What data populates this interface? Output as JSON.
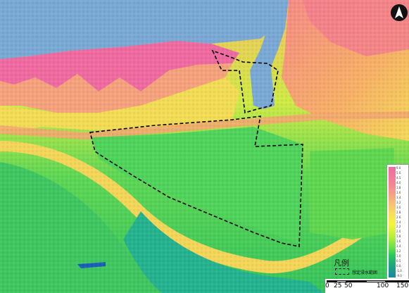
{
  "map": {
    "title": "",
    "colors": {
      "sea": "#79a9d4",
      "high": "#ef6aa0",
      "mid_high": "#f59a7c",
      "mid": "#f7d65c",
      "low_mid": "#cdee45",
      "low": "#52d35a",
      "lowest": "#21b09b",
      "road": "#f2a86e",
      "boundary": "#000000"
    }
  },
  "north_arrow": {
    "icon": "north-arrow-icon"
  },
  "colorbar": {
    "ticks": [
      "9.0",
      "5.0",
      "4.5",
      "4.0",
      "3.8",
      "3.6",
      "3.4",
      "3.2",
      "3.0",
      "2.8",
      "2.6",
      "2.4",
      "2.2",
      "2.0",
      "1.8",
      "1.6",
      "1.4",
      "1.2",
      "1.0",
      "0.5",
      "0.0",
      "-1.0",
      "-9.0"
    ]
  },
  "legend": {
    "title": "凡例",
    "item_label": "想定浸水範囲"
  },
  "scale": {
    "labels": [
      "0",
      "25",
      "50",
      "100",
      "150"
    ]
  }
}
